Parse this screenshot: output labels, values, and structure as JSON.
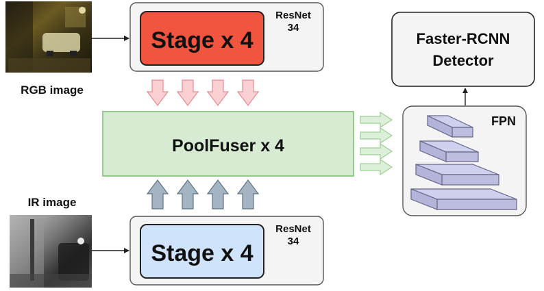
{
  "diagram": {
    "rgb_input": {
      "label": "RGB image"
    },
    "ir_input": {
      "label": "IR image"
    },
    "rgb_backbone": {
      "stage_label": "Stage x 4",
      "backbone_label_line1": "ResNet",
      "backbone_label_line2": "34"
    },
    "ir_backbone": {
      "stage_label": "Stage x 4",
      "backbone_label_line1": "ResNet",
      "backbone_label_line2": "34"
    },
    "fuser": {
      "label": "PoolFuser x 4"
    },
    "fpn": {
      "label": "FPN"
    },
    "detector": {
      "label_line1": "Faster-RCNN",
      "label_line2": "Detector"
    }
  },
  "colors": {
    "rgb_stage_fill": "#f1543f",
    "ir_stage_fill": "#cfe3fb",
    "backbone_box_fill": "#f4f4f4",
    "fuser_fill": "#d6ebd1",
    "fuser_stroke": "#96c98c",
    "pink_arrow_fill": "#fbd0d2",
    "pink_arrow_stroke": "#e58a92",
    "blue_arrow_fill": "#a4b4c3",
    "blue_arrow_stroke": "#5e7385",
    "green_arrow_fill": "#dcefd8",
    "green_arrow_stroke": "#9ccf93",
    "fpn_box_fill": "#f4f4f4",
    "fpn_layer_fill": "#cfcfee",
    "fpn_layer_stroke": "#666688"
  }
}
